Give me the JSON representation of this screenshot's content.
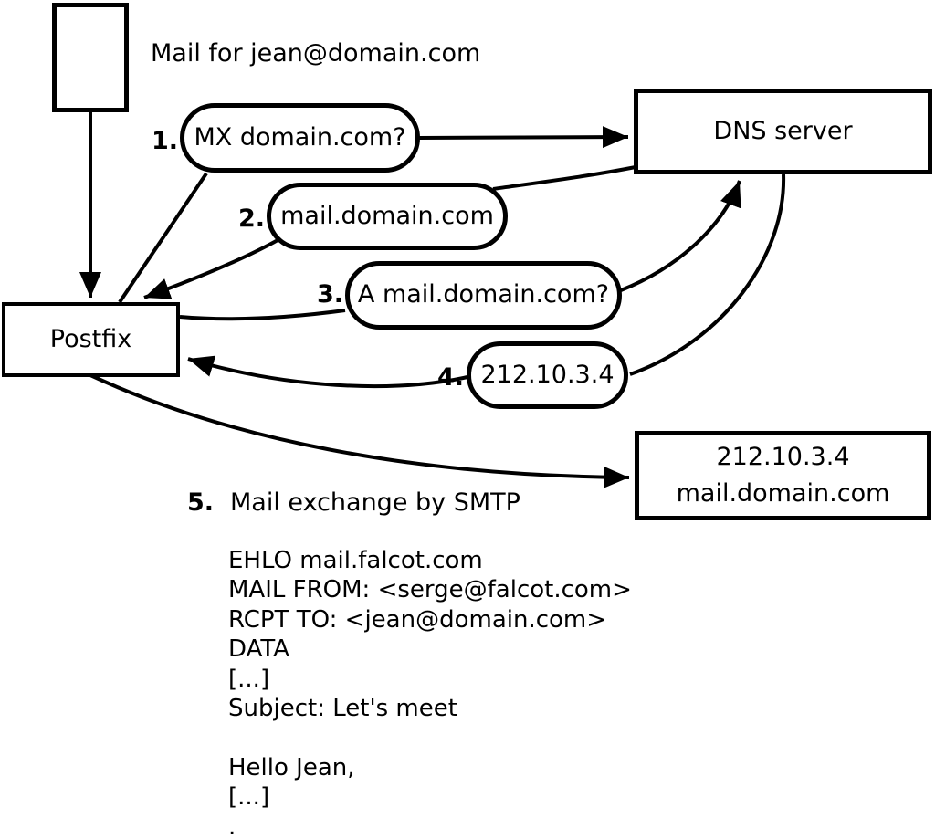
{
  "diagram": {
    "title": "Mail for jean@domain.com",
    "nodes": {
      "postfix": {
        "label": "Postfix"
      },
      "dns_server": {
        "label": "DNS server"
      },
      "mail_server": {
        "line1": "212.10.3.4",
        "line2": "mail.domain.com"
      }
    },
    "steps": [
      {
        "num": "1.",
        "label": "MX domain.com?"
      },
      {
        "num": "2.",
        "label": "mail.domain.com"
      },
      {
        "num": "3.",
        "label": "A mail.domain.com?"
      },
      {
        "num": "4.",
        "label": "212.10.3.4"
      },
      {
        "num": "5.",
        "label": "Mail exchange by SMTP"
      }
    ],
    "smtp_session": [
      "EHLO mail.falcot.com",
      "MAIL FROM: <serge@falcot.com>",
      "RCPT TO: <jean@domain.com>",
      "DATA",
      "[...]",
      "Subject: Let's meet",
      "",
      "Hello Jean,",
      "[...]",
      "."
    ],
    "colors": {
      "stroke": "#000000",
      "background": "#ffffff"
    }
  }
}
